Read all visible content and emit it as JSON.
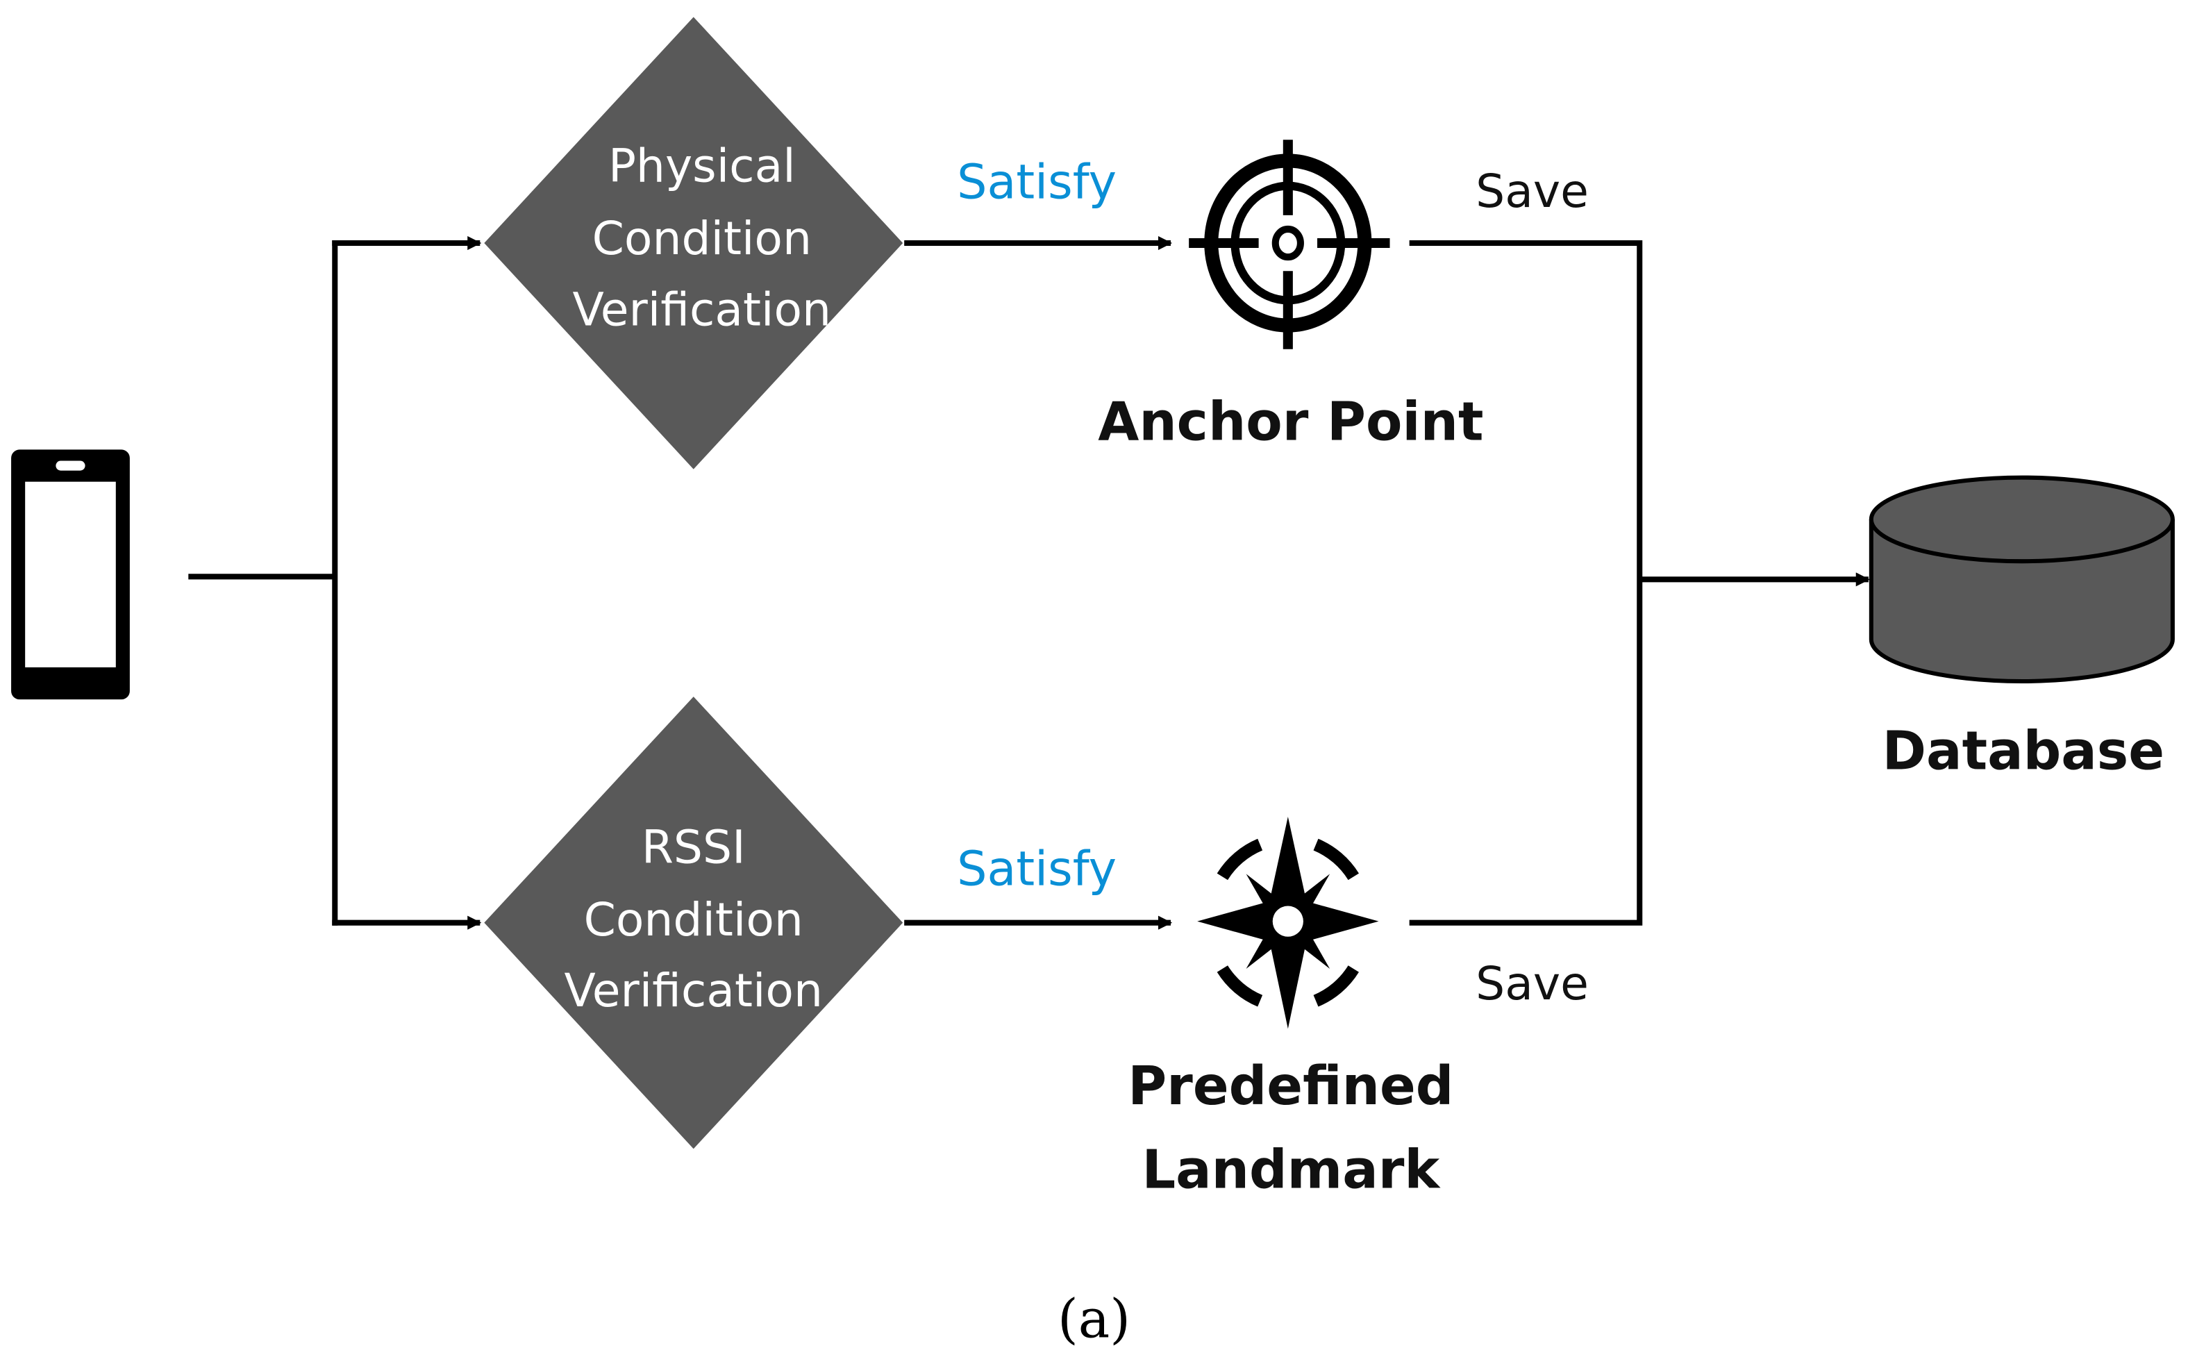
{
  "colors": {
    "diamond": "#595959",
    "satisfy": "#0a8fd6",
    "line": "#000000",
    "database": "#595959"
  },
  "decisions": [
    {
      "lines": [
        "Physical",
        "Condition",
        "Verification"
      ]
    },
    {
      "lines": [
        "RSSI",
        "Condition",
        "Verification"
      ]
    }
  ],
  "edges": {
    "satisfy_top": "Satisfy",
    "satisfy_bottom": "Satisfy",
    "save_top": "Save",
    "save_bottom": "Save"
  },
  "nodes": {
    "anchor_point": {
      "label": "Anchor Point",
      "icon": "crosshair-target-icon"
    },
    "landmark": {
      "lines": [
        "Predefined",
        "Landmark"
      ],
      "icon": "compass-star-icon"
    },
    "database": {
      "label": "Database",
      "icon": "database-cylinder-icon"
    },
    "device": {
      "icon": "smartphone-icon"
    }
  },
  "caption": "(a)"
}
